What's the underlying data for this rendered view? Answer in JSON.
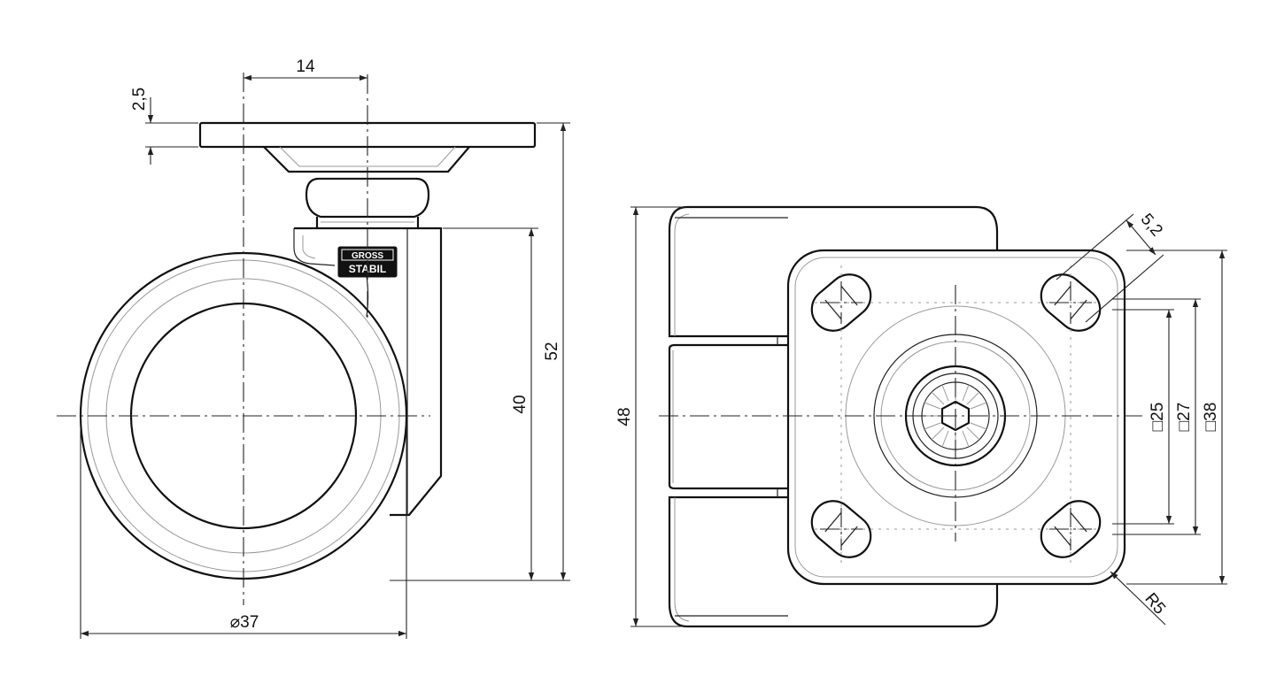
{
  "logo": {
    "top": "GROSS",
    "bottom": "STABIL"
  },
  "dims": {
    "plate_thickness": "2,5",
    "stem_offset": "14",
    "height_total": "52",
    "height_axle": "40",
    "wheel_diameter": "⌀37",
    "width": "48",
    "hole_diameter": "5,2",
    "corner_radius": "R5",
    "sq25": "□25",
    "sq27": "□27",
    "sq38": "□38"
  }
}
